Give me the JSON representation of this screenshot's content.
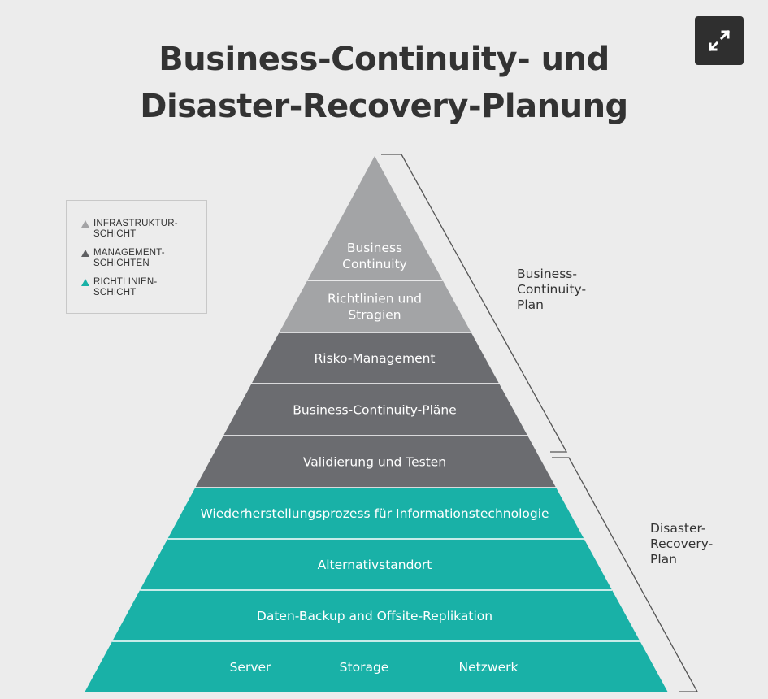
{
  "title": {
    "line1": "Business-Continuity- und",
    "line2": "Disaster-Recovery-Planung"
  },
  "expand_button": {
    "icon": "expand-arrows-icon"
  },
  "legend": {
    "items": [
      {
        "label": "Infrastruktur-\nSchicht",
        "color": "#a3a3a5"
      },
      {
        "label": "Management-\nSchichten",
        "color": "#5e5f62"
      },
      {
        "label": "Richtlinien-\nSchicht",
        "color": "#18b1a6"
      }
    ]
  },
  "colors": {
    "light": "#a3a4a6",
    "dark": "#6b6c70",
    "teal": "#19b1a7",
    "divider": "#ffffff",
    "bracket": "#555555"
  },
  "pyramid": {
    "layers": [
      {
        "name": "layer-business-continuity",
        "lines": [
          "Business",
          "Continuity"
        ],
        "tone": "light"
      },
      {
        "name": "layer-richtlinien",
        "lines": [
          "Richtlinien und",
          "Stragien"
        ],
        "tone": "light"
      },
      {
        "name": "layer-risko-management",
        "lines": [
          "Risko-Management"
        ],
        "tone": "dark"
      },
      {
        "name": "layer-bc-plaene",
        "lines": [
          "Business-Continuity-Pläne"
        ],
        "tone": "dark"
      },
      {
        "name": "layer-validierung",
        "lines": [
          "Validierung und Testen"
        ],
        "tone": "dark"
      },
      {
        "name": "layer-wiederherstellung",
        "lines": [
          "Wiederherstellungsprozess für Informationstechnologie"
        ],
        "tone": "teal"
      },
      {
        "name": "layer-alternativstandort",
        "lines": [
          "Alternativstandort"
        ],
        "tone": "teal"
      },
      {
        "name": "layer-daten-backup",
        "lines": [
          "Daten-Backup and Offsite-Replikation"
        ],
        "tone": "teal"
      },
      {
        "name": "layer-infrastruktur",
        "lines": [
          "Server",
          "Storage",
          "Netzwerk"
        ],
        "tone": "teal",
        "columns": true
      }
    ]
  },
  "brackets": {
    "bcp": {
      "label": "Business-\nContinuity-\nPlan"
    },
    "drp": {
      "label": "Disaster-\nRecovery-\nPlan"
    }
  }
}
